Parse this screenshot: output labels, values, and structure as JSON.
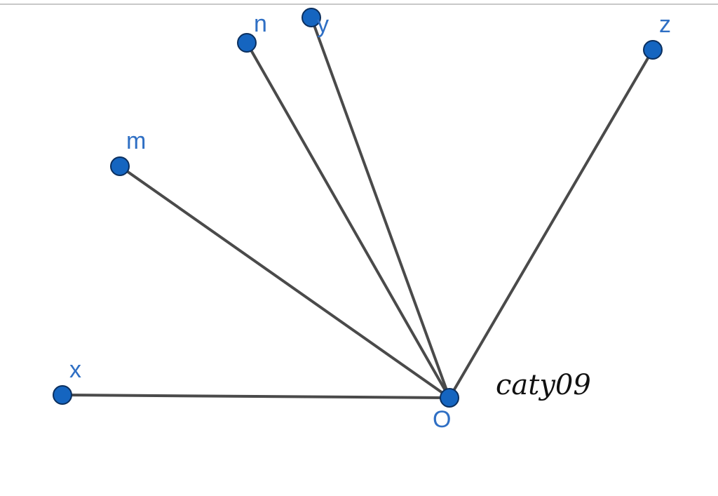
{
  "diagram": {
    "center": {
      "id": "O",
      "label": "O"
    },
    "rays": [
      {
        "id": "x",
        "label": "x"
      },
      {
        "id": "m",
        "label": "m"
      },
      {
        "id": "n",
        "label": "n"
      },
      {
        "id": "y",
        "label": "y"
      },
      {
        "id": "z",
        "label": "z"
      }
    ],
    "signature": "caty09",
    "colors": {
      "point": "#1565c0",
      "label": "#2f6fc4",
      "segment": "#4a4a4a"
    }
  }
}
